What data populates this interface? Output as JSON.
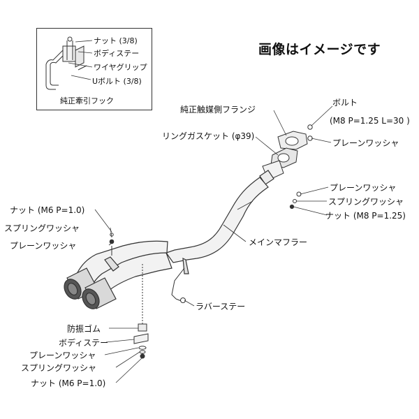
{
  "tagline": "画像はイメージです",
  "inset": {
    "labels": [
      "ナット (3/8)",
      "ボディステー",
      "ワイヤグリップ",
      "Uボルト (3/8)",
      "純正牽引フック"
    ]
  },
  "callouts": {
    "flange": "純正触媒側フランジ",
    "bolt": "ボルト",
    "bolt_spec": "(M8 P=1.25 L=30 )",
    "ring_gasket": "リングガスケット (φ39)",
    "washer_plain_top": "プレーンワッシャ",
    "washer_plain_mid": "プレーンワッシャ",
    "washer_spring_mid": "スプリングワッシャ",
    "nut_m8": "ナット (M8 P=1.25)",
    "main_muffler": "メインマフラー",
    "rubber_stay": "ラバーステー",
    "nut_m6_left": "ナット (M6 P=1.0)",
    "washer_spring_left": "スプリングワッシャ",
    "washer_plain_left": "プレーンワッシャ",
    "rubber_damper": "防振ゴム",
    "body_stay": "ボディステー",
    "washer_plain_bottom": "プレーンワッシャ",
    "washer_spring_bottom": "スプリングワッシャ",
    "nut_m6_bottom": "ナット (M6 P=1.0)"
  },
  "colors": {
    "line": "#333333",
    "pipe_fill": "#f2f2f2",
    "tip_fill": "#d9d9d9",
    "tip_dark": "#555555"
  }
}
